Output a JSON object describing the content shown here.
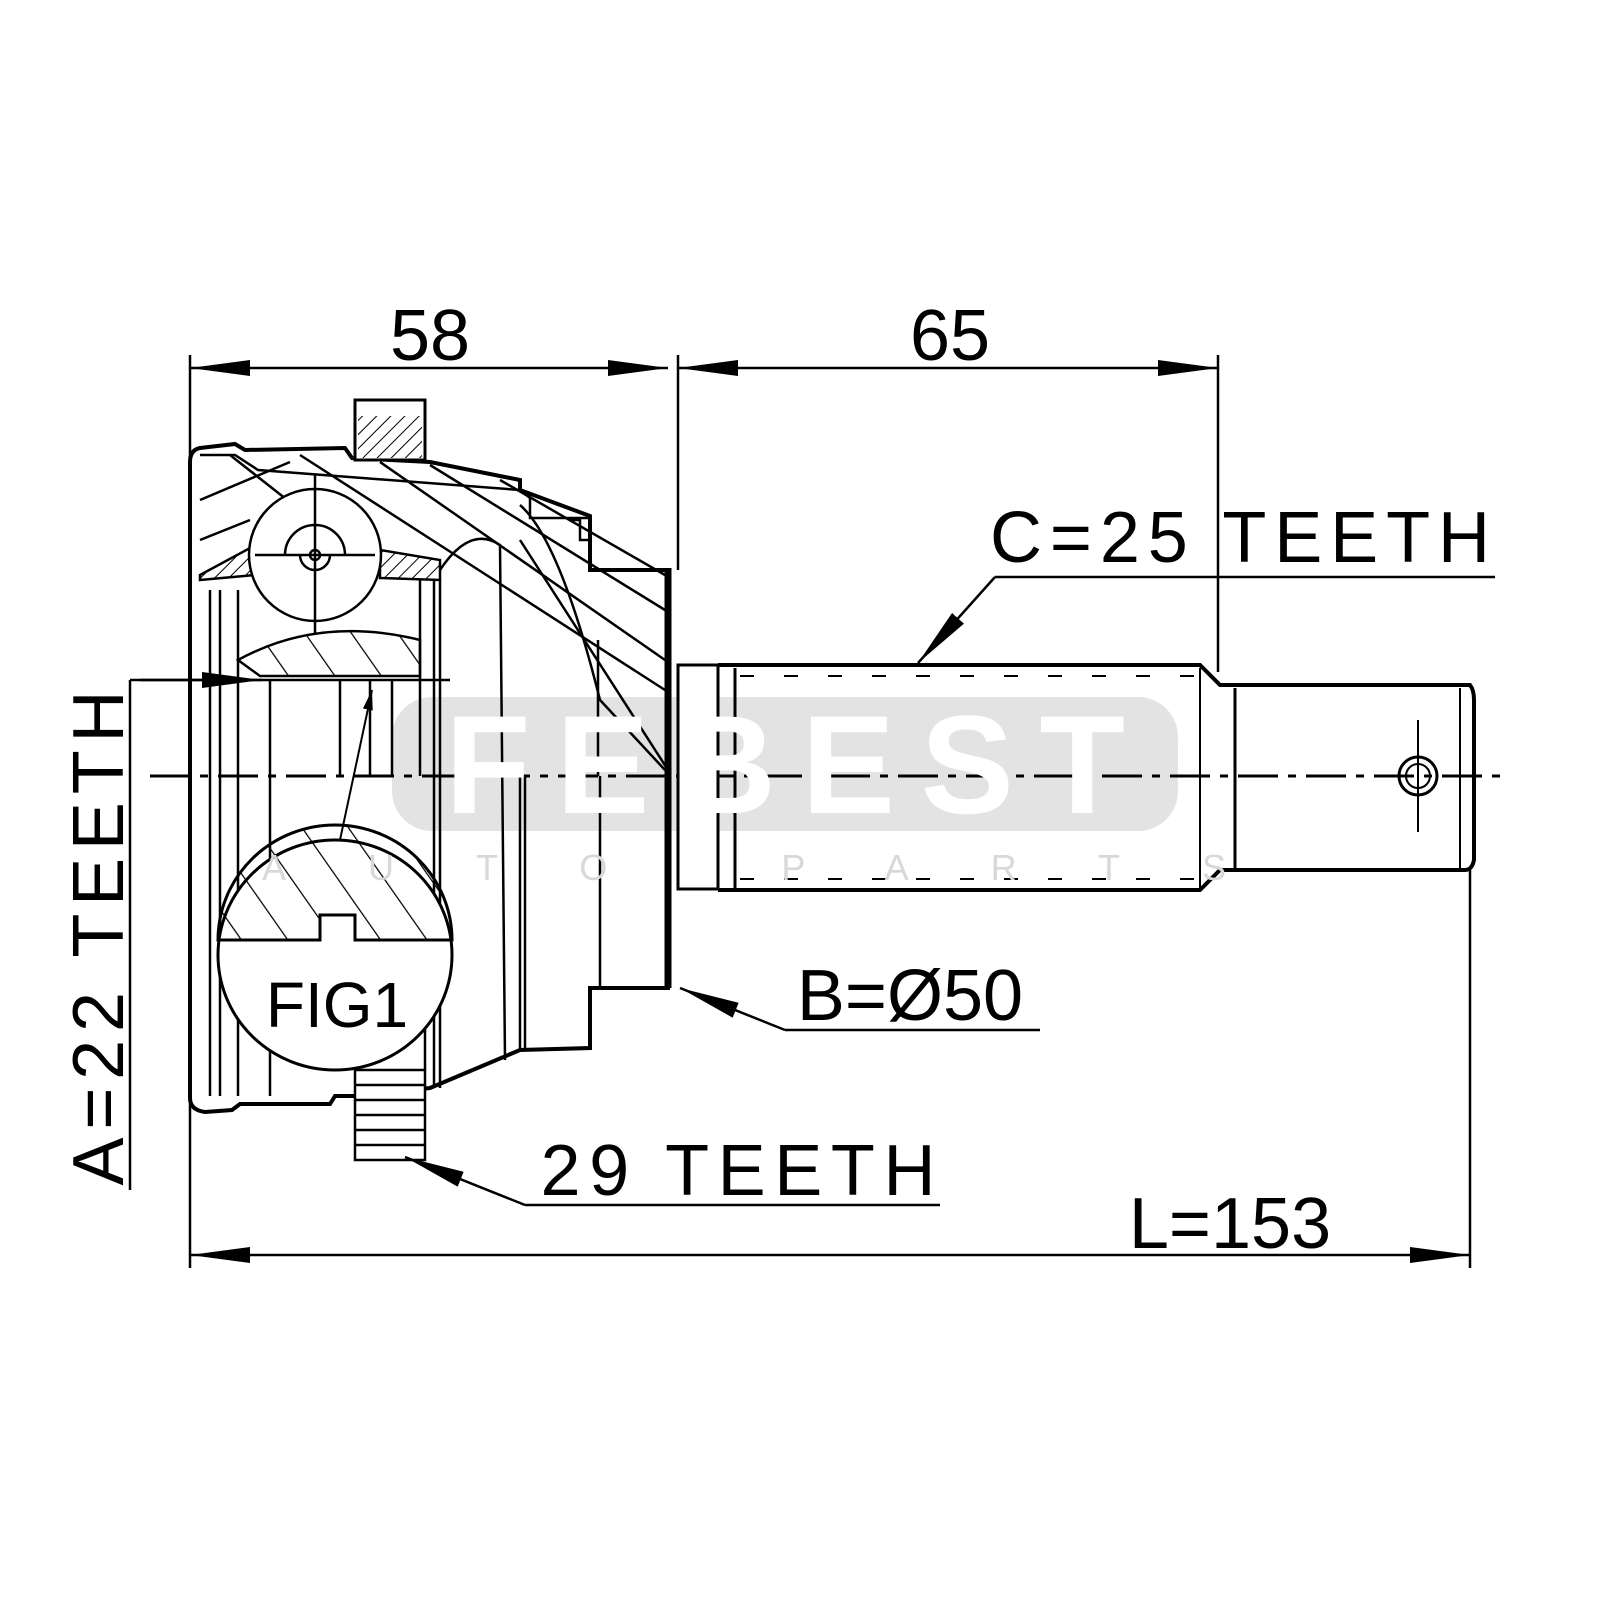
{
  "diagram": {
    "dim_top_left": "58",
    "dim_top_right": "65",
    "dim_overall": "L=153",
    "label_c": "C=25 TEETH",
    "label_b": "B=Ø50",
    "label_abs": "29 TEETH",
    "label_a": "A=22 TEETH",
    "fig_label": "FIG1"
  },
  "watermark": {
    "brand": "FEBEST",
    "tagline": "AUTO PARTS"
  },
  "colors": {
    "line": "#000000",
    "watermark_bg": "#e3e3e3"
  }
}
